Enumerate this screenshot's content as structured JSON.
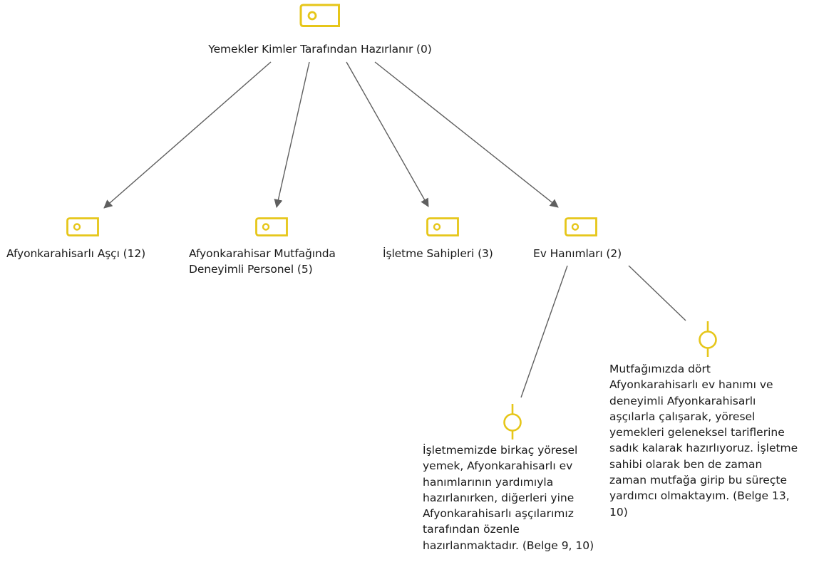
{
  "colors": {
    "node": "#e6c619",
    "edge": "#5f5f5f"
  },
  "icons": {
    "code": "code-tag-icon",
    "quote": "quotation-pin-icon"
  },
  "root": {
    "label": "Yemekler Kimler Tarafından Hazırlanır (0)"
  },
  "codes": [
    {
      "lines": [
        "Afyonkarahisarlı Aşçı (12)"
      ]
    },
    {
      "lines": [
        "Afyonkarahisar Mutfağında",
        "Deneyimli Personel (5)"
      ]
    },
    {
      "lines": [
        "İşletme Sahipleri (3)"
      ]
    },
    {
      "lines": [
        "Ev Hanımları (2)"
      ]
    }
  ],
  "quotations": [
    {
      "lines": [
        "İşletmemizde birkaç yöresel",
        "yemek, Afyonkarahisarlı ev",
        "hanımlarının yardımıyla",
        "hazırlanırken, diğerleri yine",
        "Afyonkarahisarlı aşçılarımız",
        "tarafından özenle",
        "hazırlanmaktadır. (Belge 9, 10)"
      ]
    },
    {
      "lines": [
        "Mutfağımızda dört",
        "Afyonkarahisarlı ev hanımı ve",
        "deneyimli Afyonkarahisarlı",
        "aşçılarla çalışarak, yöresel",
        "yemekleri geleneksel tariflerine",
        "sadık kalarak hazırlıyoruz. İşletme",
        "sahibi olarak ben de zaman",
        "zaman mutfağa girip bu süreçte",
        "yardımcı olmaktayım. (Belge 13,",
        "10)"
      ]
    }
  ]
}
